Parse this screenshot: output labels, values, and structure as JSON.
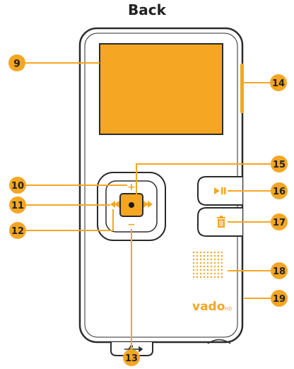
{
  "title": "Back",
  "brand": {
    "name": "vado",
    "suffix": "HD"
  },
  "accent_color": "#f5a623",
  "outline_color": "#2b2b2b",
  "buttons": {
    "plus": "+",
    "minus": "−",
    "play_pause": "play-pause-icon",
    "delete": "trash-icon",
    "usb": "usb-icon"
  },
  "callouts": [
    {
      "number": "9",
      "label": ""
    },
    {
      "number": "10",
      "label": ""
    },
    {
      "number": "11",
      "label": ""
    },
    {
      "number": "12",
      "label": ""
    },
    {
      "number": "13",
      "label": ""
    },
    {
      "number": "14",
      "label": ""
    },
    {
      "number": "15",
      "label": ""
    },
    {
      "number": "16",
      "label": ""
    },
    {
      "number": "17",
      "label": ""
    },
    {
      "number": "18",
      "label": ""
    },
    {
      "number": "19",
      "label": ""
    }
  ]
}
